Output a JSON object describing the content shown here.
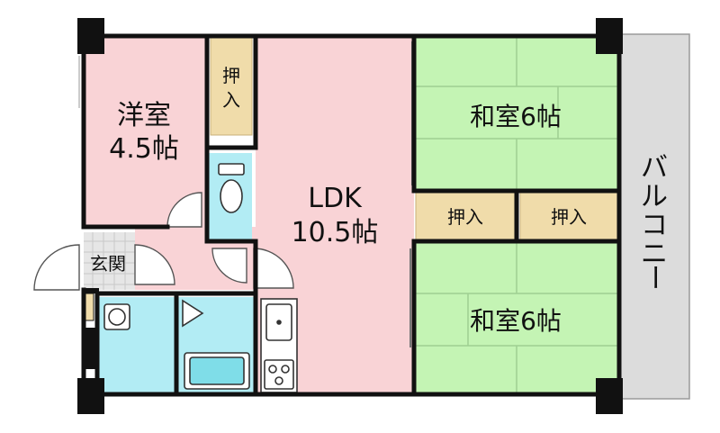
{
  "rooms": {
    "western": {
      "name": "洋室",
      "size": "4.5帖"
    },
    "ldk": {
      "name": "LDK",
      "size": "10.5帖"
    },
    "japanese_top": {
      "label": "和室6帖"
    },
    "japanese_bottom": {
      "label": "和室6帖"
    },
    "entrance": {
      "label": "玄関"
    },
    "balcony": {
      "label_chars": [
        "バ",
        "ル",
        "コ",
        "ニ",
        "ー"
      ]
    }
  },
  "closets": {
    "western": {
      "chars": [
        "押",
        "入"
      ]
    },
    "middle_left": {
      "label": "押入"
    },
    "middle_right": {
      "label": "押入"
    }
  },
  "colors": {
    "wall": "#111111",
    "western_floor": "#f9d3d6",
    "ldk_floor": "#f9d3d6",
    "tatami": "#c4f4b4",
    "closet": "#f0dcaa",
    "wet_area": "#b2ecf4",
    "entrance_tile": "#e6e6e6",
    "balcony": "#dcdcdc"
  }
}
